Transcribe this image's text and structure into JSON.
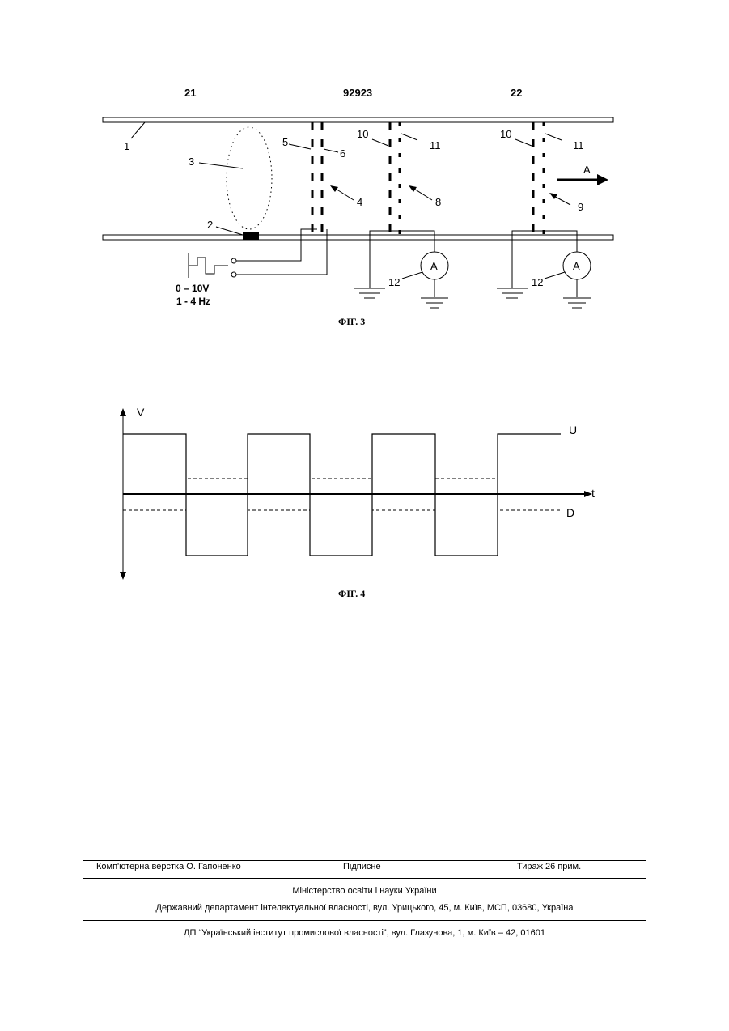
{
  "header": {
    "page_left": "21",
    "patent_number": "92923",
    "page_right": "22"
  },
  "fig3": {
    "caption": "ФІГ. 3",
    "labels": {
      "l1": "1",
      "l2": "2",
      "l3": "3",
      "l4": "4",
      "l5": "5",
      "l6": "6",
      "l8": "8",
      "l9": "9",
      "l10a": "10",
      "l11a": "11",
      "l10b": "10",
      "l11b": "11",
      "l12a": "12",
      "l12b": "12",
      "arrowA": "A",
      "meterA1": "A",
      "meterA2": "A",
      "voltage": "0 – 10V",
      "freq": "1 - 4 Hz"
    }
  },
  "fig4": {
    "caption": "ФІГ. 4",
    "labels": {
      "v": "V",
      "t": "t",
      "u": "U",
      "d": "D"
    }
  },
  "footer": {
    "layout": "Комп'ютерна верстка О. Гапоненко",
    "signed": "Підписне",
    "circulation": "Тираж 26 прим.",
    "ministry": "Міністерство освіти і науки України",
    "department": "Державний департамент інтелектуальної власності, вул. Урицького, 45, м. Київ, МСП, 03680, Україна",
    "institute": "ДП “Український інститут промислової власності”, вул. Глазунова, 1, м. Київ – 42, 01601"
  }
}
